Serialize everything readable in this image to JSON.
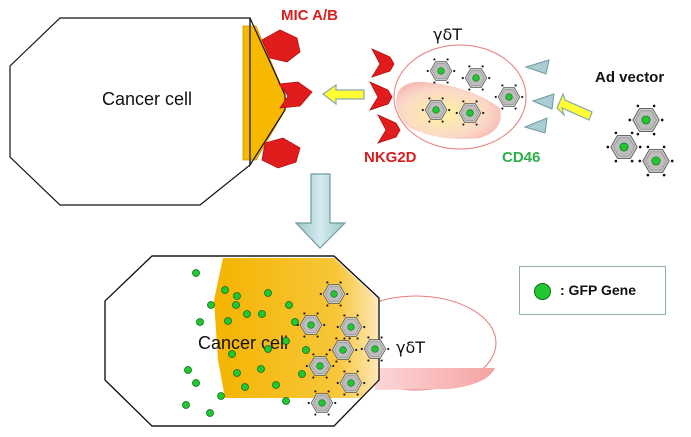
{
  "labels": {
    "mic": "MIC A/B",
    "gamma_delta_top": "γδT",
    "ad_vector": "Ad vector",
    "cancer_cell_top": "Cancer cell",
    "nkg2d": "NKG2D",
    "cd46": "CD46",
    "cancer_cell_bottom": "Cancer cell",
    "gamma_delta_bottom": "γδT"
  },
  "legend": {
    "text": ": GFP Gene",
    "icon": "green-dot-icon"
  },
  "colors": {
    "receptor_red": "#e01c1c",
    "cancer_yellow": "#f6b800",
    "gfp_green": "#22c832",
    "cd46_blue": "#a9cdd3",
    "arrow_yellow": "#ffff33",
    "membrane_pink": "#f6a6a6"
  }
}
